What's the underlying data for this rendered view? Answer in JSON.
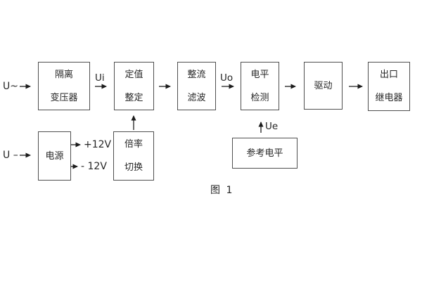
{
  "diagram": {
    "caption": "图 1",
    "labels": {
      "ac_input": "U~",
      "dc_input": "U –",
      "ui": "Ui",
      "uo": "Uo",
      "ue": "Ue",
      "plus_12v": "+12V",
      "minus_12v": "- 12V"
    },
    "blocks": {
      "isolation_transformer": {
        "lines": [
          "隔离",
          "变压器"
        ]
      },
      "setting_adjust": {
        "lines": [
          "定值",
          "整定"
        ]
      },
      "rectifier_filter": {
        "lines": [
          "整流",
          "滤波"
        ]
      },
      "level_detect": {
        "lines": [
          "电平",
          "检测"
        ]
      },
      "drive": {
        "lines": [
          "驱动"
        ]
      },
      "output_relay": {
        "lines": [
          "出口",
          "继电器"
        ]
      },
      "power_supply": {
        "lines": [
          "电源"
        ]
      },
      "ratio_switch": {
        "lines": [
          "倍率",
          "切换"
        ]
      },
      "reference_level": {
        "lines": [
          "参考电平"
        ]
      }
    },
    "colors": {
      "background": "#ffffff",
      "box_border": "#4f4f4f",
      "text": "#262626",
      "arrow": "#1c1c1c"
    }
  }
}
